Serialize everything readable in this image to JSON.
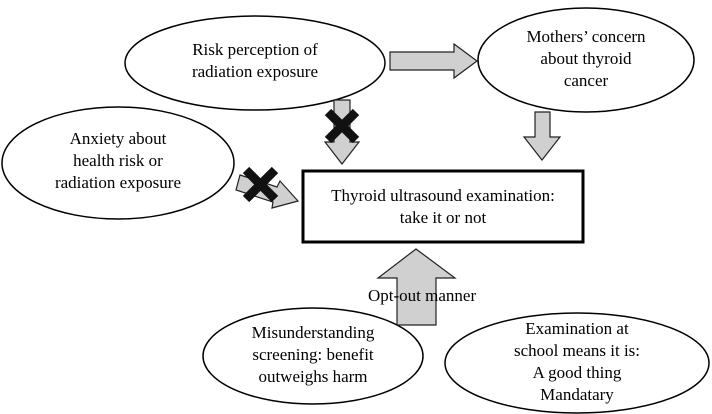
{
  "nodes": {
    "risk_perception": {
      "lines": [
        "Risk perception of",
        "radiation exposure"
      ]
    },
    "mothers_concern": {
      "lines": [
        "Mothers’ concern",
        "about thyroid",
        "cancer"
      ]
    },
    "anxiety": {
      "lines": [
        "Anxiety about",
        "health risk or",
        "radiation exposure"
      ]
    },
    "center": {
      "lines": [
        "Thyroid ultrasound examination:",
        "take it or not"
      ]
    },
    "misunderstanding": {
      "lines": [
        "Misunderstanding",
        "screening: benefit",
        "outweighs harm"
      ]
    },
    "examination_school": {
      "lines": [
        "Examination at",
        "school means it is:",
        "A good thing",
        "Mandatary"
      ]
    }
  },
  "edge_labels": {
    "opt_out": "Opt-out manner"
  },
  "colors": {
    "arrow_fill": "#d0d0d0",
    "arrow_stroke": "#222222",
    "blocked_marker": "#111111",
    "outline": "#000000"
  },
  "icons": {
    "blocked": "x-cross-icon",
    "arrow": "block-arrow-icon"
  }
}
